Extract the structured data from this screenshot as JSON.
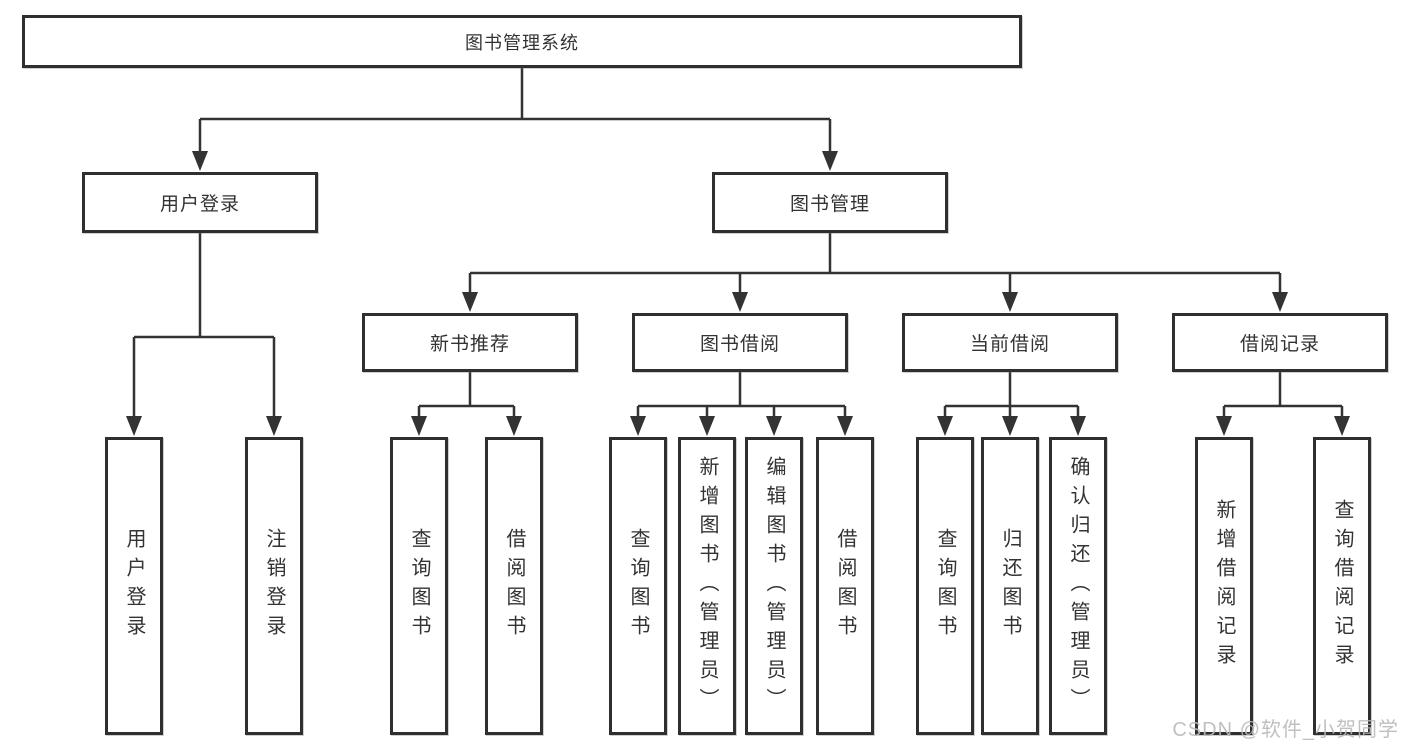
{
  "nodes": {
    "root": {
      "label": "图书管理系统"
    },
    "user_login": {
      "label": "用户登录"
    },
    "book_management": {
      "label": "图书管理"
    },
    "new_book_recommend": {
      "label": "新书推荐"
    },
    "book_borrow": {
      "label": "图书借阅"
    },
    "current_borrow": {
      "label": "当前借阅"
    },
    "borrow_records": {
      "label": "借阅记录"
    },
    "leaf_user_login": {
      "label": "用户登录"
    },
    "leaf_logout": {
      "label": "注销登录"
    },
    "leaf_query_book_1": {
      "label": "查询图书"
    },
    "leaf_borrow_book_1": {
      "label": "借阅图书"
    },
    "leaf_query_book_2": {
      "label": "查询图书"
    },
    "leaf_add_book": {
      "label": "新增图书（管理员）"
    },
    "leaf_edit_book": {
      "label": "编辑图书（管理员）"
    },
    "leaf_borrow_book_2": {
      "label": "借阅图书"
    },
    "leaf_query_book_3": {
      "label": "查询图书"
    },
    "leaf_return_book": {
      "label": "归还图书"
    },
    "leaf_confirm_return": {
      "label": "确认归还（管理员）"
    },
    "leaf_add_borrow_record": {
      "label": "新增借阅记录"
    },
    "leaf_query_borrow_record": {
      "label": "查询借阅记录"
    }
  },
  "hierarchy": {
    "图书管理系统": [
      "用户登录",
      "图书管理"
    ],
    "用户登录": [
      "用户登录",
      "注销登录"
    ],
    "图书管理": [
      "新书推荐",
      "图书借阅",
      "当前借阅",
      "借阅记录"
    ],
    "新书推荐": [
      "查询图书",
      "借阅图书"
    ],
    "图书借阅": [
      "查询图书",
      "新增图书（管理员）",
      "编辑图书（管理员）",
      "借阅图书"
    ],
    "当前借阅": [
      "查询图书",
      "归还图书",
      "确认归还（管理员）"
    ],
    "借阅记录": [
      "新增借阅记录",
      "查询借阅记录"
    ]
  },
  "watermark": "CSDN @软件_小贺同学",
  "colors": {
    "line": "#333333",
    "box_border": "#2f2f2f",
    "box_fill": "#ffffff",
    "text": "#333333",
    "watermark": "#b9b9b9",
    "background": "#ffffff"
  }
}
